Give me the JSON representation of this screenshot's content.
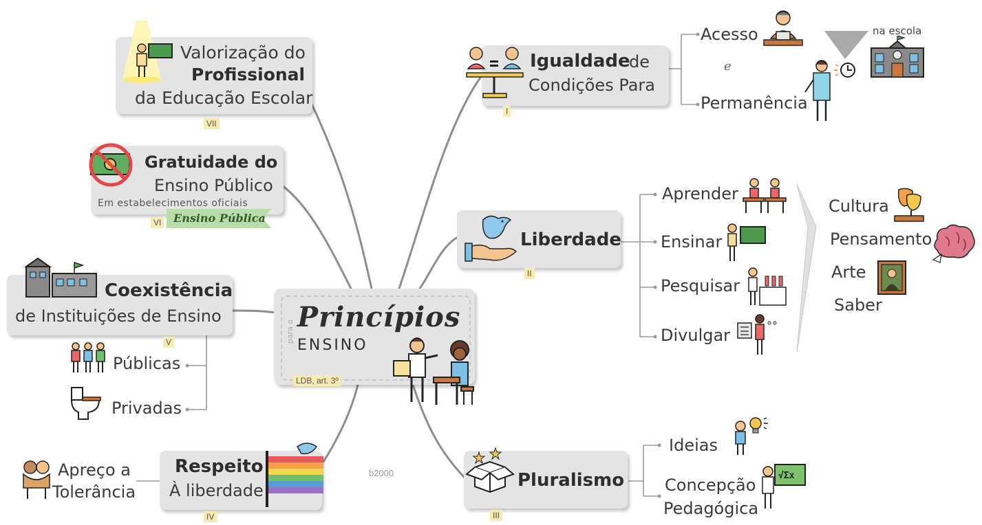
{
  "center": {
    "title": "Princípios",
    "subtitle": "ENSINO",
    "side_word": "para o",
    "ref": "LDB, art. 3º"
  },
  "credit": "b2000",
  "principles": {
    "I": {
      "numeral": "I",
      "bold": "Igualdade",
      "rest1": "de",
      "rest2": "Condições Para",
      "items": [
        "Acesso",
        "Permanência"
      ],
      "connector": "e",
      "note": "na escola"
    },
    "II": {
      "numeral": "II",
      "bold": "Liberdade",
      "items": [
        "Aprender",
        "Ensinar",
        "Pesquisar",
        "Divulgar"
      ],
      "topics": [
        "Cultura",
        "Pensamento",
        "Arte",
        "Saber"
      ]
    },
    "III": {
      "numeral": "III",
      "bold": "Pluralismo",
      "items": [
        "Ideias",
        "Concepção",
        "Pedagógica"
      ]
    },
    "IV": {
      "numeral": "IV",
      "bold": "Respeito",
      "rest": "À liberdade",
      "items": [
        "Apreço a",
        "Tolerância"
      ]
    },
    "V": {
      "numeral": "V",
      "bold": "Coexistência",
      "rest": "de Instituições de Ensino",
      "items": [
        "Públicas",
        "Privadas"
      ]
    },
    "VI": {
      "numeral": "VI",
      "bold": "Gratuidade do",
      "rest": "Ensino Público",
      "small": "Em estabelecimentos oficiais",
      "ribbon": "Ensino Pública"
    },
    "VII": {
      "numeral": "VII",
      "line1": "Valorização do",
      "bold": "Profissional",
      "line3": "da Educação Escolar"
    }
  },
  "colors": {
    "box": "#e4e4e4",
    "tag": "#f7e9b0",
    "ribbon": "#b9dca8",
    "lines": "#8c8c8c"
  }
}
